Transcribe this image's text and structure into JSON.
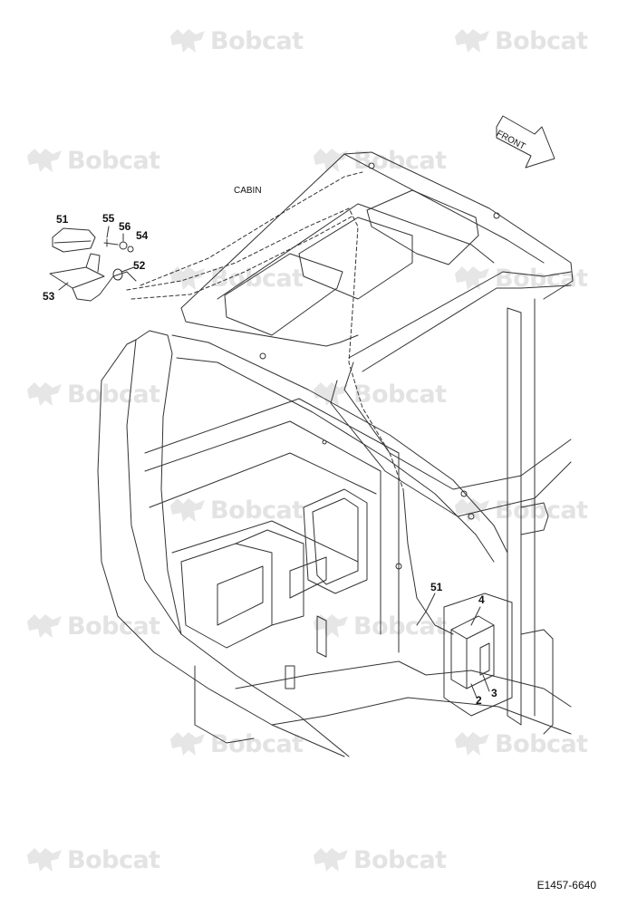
{
  "watermark": {
    "brand_text": "Bobcat",
    "icon": "bobcat-logo-icon"
  },
  "diagram": {
    "id": "E1457-6640",
    "cabin_label": "CABIN",
    "front_label": "FRONT",
    "callouts": {
      "c51_top": "51",
      "c55": "55",
      "c56": "56",
      "c54": "54",
      "c52": "52",
      "c53": "53",
      "c51_bottom": "51",
      "c4": "4",
      "c2": "2",
      "c3": "3"
    }
  },
  "colors": {
    "line": "#333333",
    "watermark": "#e3e3e3"
  }
}
